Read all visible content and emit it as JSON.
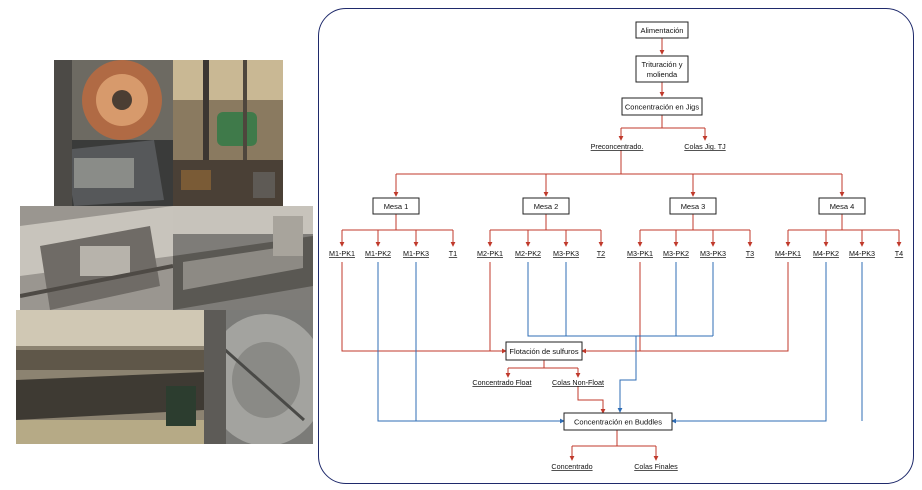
{
  "diagram": {
    "colors": {
      "red_flow": "#c0392b",
      "blue_flow": "#2f6db5",
      "frame": "#1f2a6b"
    },
    "boxes": {
      "alimentacion": "Alimentación",
      "trituracion_l1": "Trituración y",
      "trituracion_l2": "molienda",
      "jigs": "Concentración en Jigs",
      "mesa1": "Mesa 1",
      "mesa2": "Mesa 2",
      "mesa3": "Mesa 3",
      "mesa4": "Mesa 4",
      "flotacion": "Flotación de sulfuros",
      "buddles": "Concentración en Buddles"
    },
    "labels": {
      "preconcentrado": "Preconcentrado.",
      "colas_jig": "Colas Jig. TJ",
      "concentrado_float": "Concentrado Float",
      "colas_non_float": "Colas Non-Float",
      "concentrado": "Concentrado",
      "colas_finales": "Colas Finales"
    },
    "products": {
      "m1": [
        "M1-PK1",
        "M1-PK2",
        "M1-PK3",
        "T1"
      ],
      "m2": [
        "M2-PK1",
        "M2-PK2",
        "M3-PK3",
        "T2"
      ],
      "m3": [
        "M3-PK1",
        "M3-PK2",
        "M3-PK3",
        "T3"
      ],
      "m4": [
        "M4-PK1",
        "M4-PK2",
        "M4-PK3",
        "T4"
      ]
    }
  },
  "photos": [
    {
      "name": "ball-mill"
    },
    {
      "name": "plant-interior"
    },
    {
      "name": "jig-equipment"
    },
    {
      "name": "shaking-table"
    },
    {
      "name": "concentration-tables"
    },
    {
      "name": "buddle"
    }
  ]
}
